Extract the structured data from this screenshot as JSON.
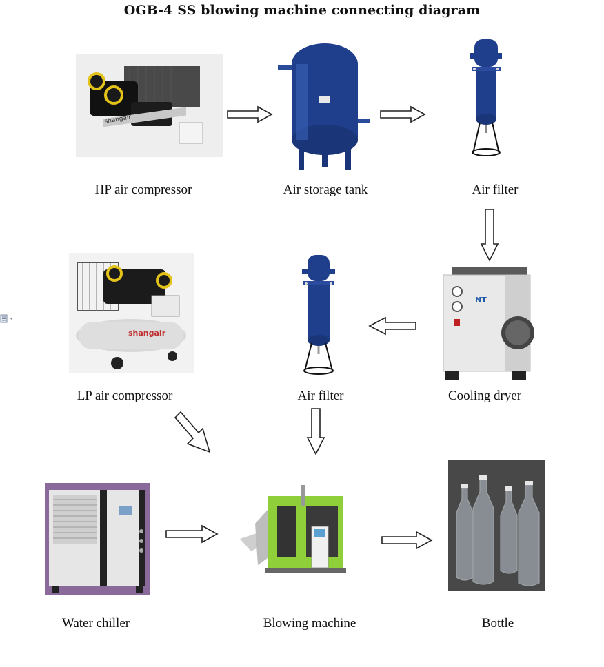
{
  "diagram": {
    "title": "OGB-4 SS blowing machine connecting diagram",
    "nodes": [
      {
        "id": "hp-compressor",
        "label": "HP air compressor",
        "brand": "shangair"
      },
      {
        "id": "storage-tank",
        "label": "Air storage tank"
      },
      {
        "id": "air-filter-1",
        "label": "Air filter"
      },
      {
        "id": "cooling-dryer",
        "label": "Cooling dryer",
        "brand": "NT"
      },
      {
        "id": "air-filter-2",
        "label": "Air filter"
      },
      {
        "id": "lp-compressor",
        "label": "LP air compressor",
        "brand": "shangair"
      },
      {
        "id": "water-chiller",
        "label": "Water chiller"
      },
      {
        "id": "blowing-machine",
        "label": "Blowing machine"
      },
      {
        "id": "bottle",
        "label": "Bottle"
      }
    ],
    "edges": [
      [
        "hp-compressor",
        "storage-tank"
      ],
      [
        "storage-tank",
        "air-filter-1"
      ],
      [
        "air-filter-1",
        "cooling-dryer"
      ],
      [
        "cooling-dryer",
        "air-filter-2"
      ],
      [
        "air-filter-2",
        "blowing-machine"
      ],
      [
        "lp-compressor",
        "blowing-machine"
      ],
      [
        "water-chiller",
        "blowing-machine"
      ],
      [
        "blowing-machine",
        "bottle"
      ]
    ]
  },
  "colors": {
    "tank_blue": "#1f3f8c",
    "arrow_stroke": "#222222",
    "machine_green": "#8fd03a",
    "chiller_purple": "#8a6a9a"
  }
}
